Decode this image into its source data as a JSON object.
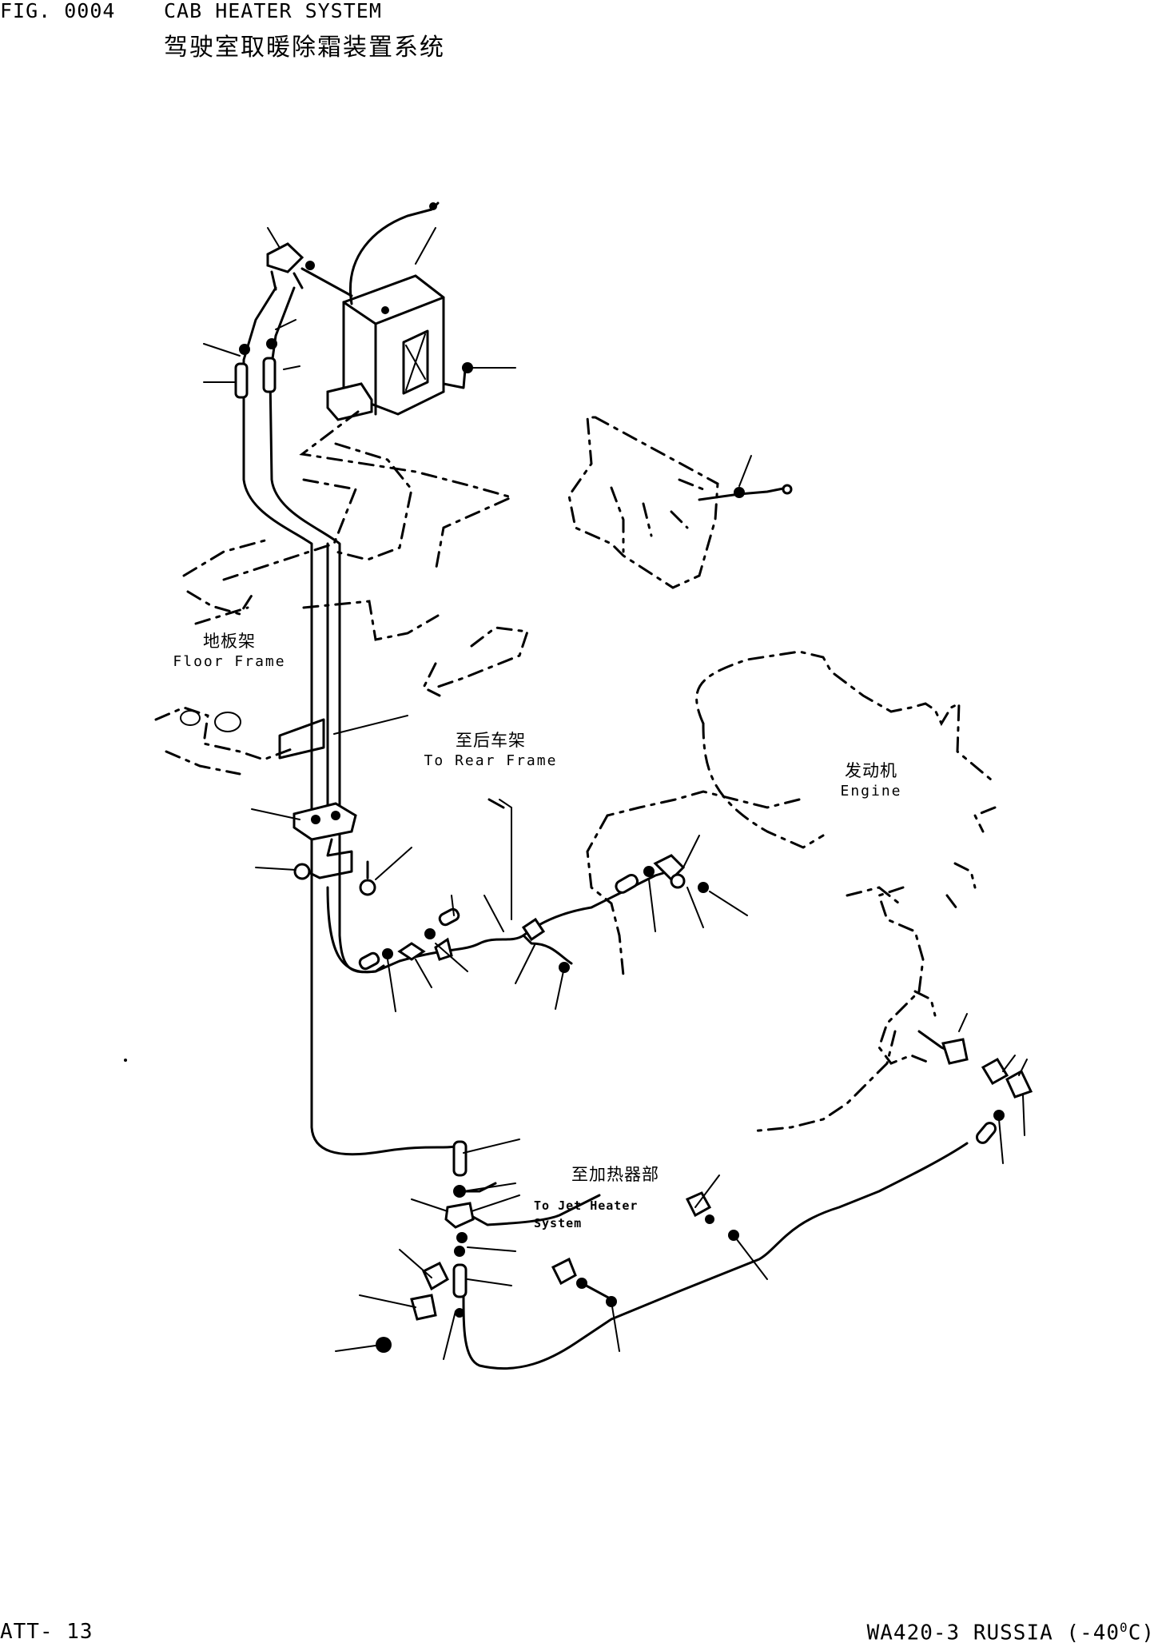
{
  "header": {
    "fig_number": "FIG. 0004",
    "title_en": "CAB HEATER SYSTEM",
    "title_cn": "驾驶室取暖除霜装置系统"
  },
  "labels": {
    "floor_frame": {
      "cn": "地板架",
      "en": "Floor Frame"
    },
    "rear_frame": {
      "cn": "至后车架",
      "en": "To Rear Frame"
    },
    "engine": {
      "cn": "发动机",
      "en": "Engine"
    },
    "jet_heater": {
      "cn": "至加热器部",
      "en_line1": "To Jet Heater",
      "en_line2": "System"
    }
  },
  "footer": {
    "page_id": "ATT- 13",
    "model_prefix": "WA420-3 RUSSIA (-40",
    "model_sup": "0",
    "model_suffix": "C)"
  }
}
